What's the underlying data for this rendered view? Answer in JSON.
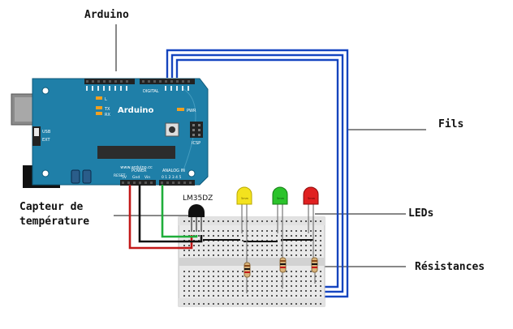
{
  "labels": {
    "arduino": "Arduino",
    "fils": "Fils",
    "capteur_line1": "Capteur de",
    "capteur_line2": "température",
    "leds": "LEDs",
    "resistances": "Résistances"
  },
  "board": {
    "name": "Arduino",
    "website": "www.arduino.cc",
    "header_digital": "DIGITAL",
    "header_power": "POWER",
    "header_analog": "ANALOG IN",
    "icsp": "ICSP",
    "pwr": "PWR",
    "tx": "TX",
    "rx": "RX",
    "l": "L",
    "reset": "RESET",
    "pin_5v": "5V",
    "pin_gnd": "Gnd",
    "pin_vin": "Vin",
    "analog_pins": "0 1 2 3 4 5",
    "jumper_usb": "USB",
    "jumper_ext": "EXT"
  },
  "sensor": {
    "model": "LM35DZ"
  },
  "leds": [
    {
      "color_name": "yellow",
      "color": "#f3e21e",
      "text": "5mm"
    },
    {
      "color_name": "green",
      "color": "#2bc32b",
      "text": "5mm"
    },
    {
      "color_name": "red",
      "color": "#e02020",
      "text": "5mm"
    }
  ],
  "colors": {
    "board": "#1f7fa8",
    "board_dark": "#176a8d",
    "wire_blue": "#1b4fd6",
    "wire_red": "#c21818",
    "wire_green": "#1fae3a",
    "wire_black": "#111111",
    "breadboard": "#e9e9e9"
  }
}
